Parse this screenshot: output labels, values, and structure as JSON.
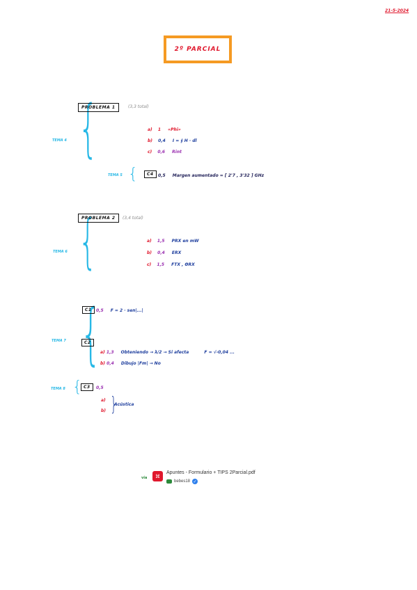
{
  "date": "21-5-2024",
  "title": "2º PARCIAL",
  "problema1": {
    "label": "PROBLEMA 1",
    "note": "(3,3 total)",
    "tema": "TEMA 4",
    "items": [
      {
        "letter": "a)",
        "value": "1",
        "text": "«Phi»"
      },
      {
        "letter": "b)",
        "value": "0,4",
        "text": "I = ∮ H · dl"
      },
      {
        "letter": "c)",
        "value": "0,6",
        "text": "Rint"
      }
    ]
  },
  "tema5": {
    "tema": "TEMA 5",
    "label": "C4",
    "value": "0,5",
    "text": "Margen aumentado = [ 2'7 , 3'32 ] GHz"
  },
  "problema2": {
    "label": "PROBLEMA 2",
    "note": "(3,4 total)",
    "tema": "TEMA 6",
    "items": [
      {
        "letter": "a)",
        "value": "1,5",
        "text": "PRX en mW"
      },
      {
        "letter": "b)",
        "value": "0,4",
        "text": "ERX"
      },
      {
        "letter": "c)",
        "value": "1,5",
        "text": "FTX , ΘRX"
      }
    ]
  },
  "tema7": {
    "tema": "TEMA 7",
    "c1": {
      "label": "C1",
      "value": "0,5",
      "text": "F = 2 · sen|...|"
    },
    "c2": {
      "label": "C2",
      "items": [
        {
          "letter": "a)",
          "value": "1,3",
          "text": "Obteniendo → λ/2 → Si afecta",
          "extra": "F = √-0,04 ..."
        },
        {
          "letter": "b)",
          "value": "0,4",
          "text": "Dibujo |Fm| → No"
        }
      ]
    }
  },
  "tema8": {
    "tema": "TEMA 8",
    "label": "C3",
    "value": "0,5",
    "items": [
      "a)",
      "b)"
    ],
    "side": "Acústica"
  },
  "footer": {
    "via": "vía",
    "filename": "Apuntes - Formulario + TIPS 2Parcial.pdf",
    "user": "bebes18",
    "icon": "pdf-icon"
  }
}
